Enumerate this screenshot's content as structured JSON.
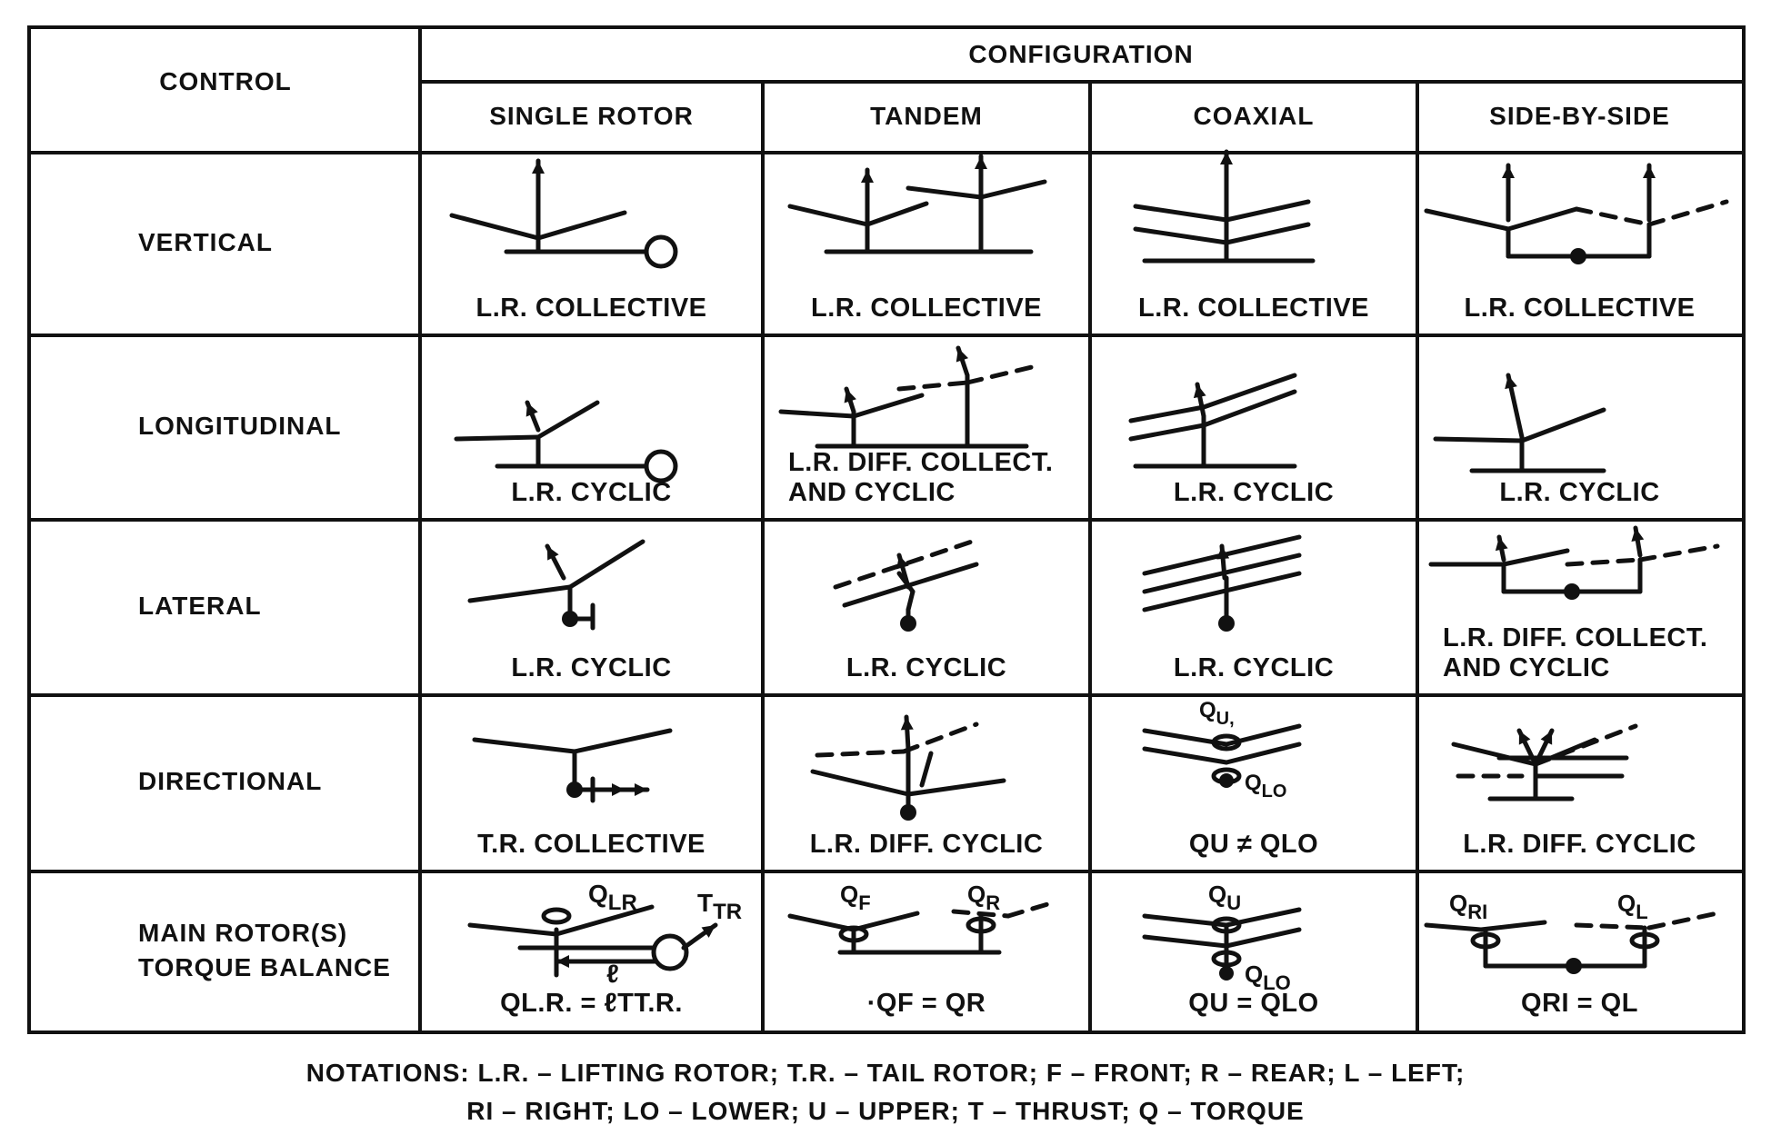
{
  "header": {
    "control": "CONTROL",
    "configuration": "CONFIGURATION",
    "columns": [
      "SINGLE ROTOR",
      "TANDEM",
      "COAXIAL",
      "SIDE-BY-SIDE"
    ]
  },
  "rows": [
    {
      "label": [
        "VERTICAL"
      ],
      "captions": [
        [
          "L.R. COLLECTIVE"
        ],
        [
          "L.R. COLLECTIVE"
        ],
        [
          "L.R. COLLECTIVE"
        ],
        [
          "L.R. COLLECTIVE"
        ]
      ]
    },
    {
      "label": [
        "LONGITUDINAL"
      ],
      "captions": [
        [
          "L.R. CYCLIC"
        ],
        [
          "L.R. DIFF. COLLECT.",
          "AND CYCLIC"
        ],
        [
          "L.R. CYCLIC"
        ],
        [
          "L.R. CYCLIC"
        ]
      ]
    },
    {
      "label": [
        "LATERAL"
      ],
      "captions": [
        [
          "L.R. CYCLIC"
        ],
        [
          "L.R. CYCLIC"
        ],
        [
          "L.R. CYCLIC"
        ],
        [
          "L.R. DIFF. COLLECT.",
          "AND CYCLIC"
        ]
      ]
    },
    {
      "label": [
        "DIRECTIONAL"
      ],
      "captions": [
        [
          "T.R. COLLECTIVE"
        ],
        [
          "L.R. DIFF. CYCLIC"
        ],
        [
          "QU ≠ QLO"
        ],
        [
          "L.R. DIFF.  CYCLIC"
        ]
      ]
    },
    {
      "label": [
        "MAIN ROTOR(S)",
        "TORQUE BALANCE"
      ],
      "captions": [
        [
          "QL.R. = ℓTT.R."
        ],
        [
          "·QF = QR"
        ],
        [
          "QU = QLO"
        ],
        [
          "QRI = QL"
        ]
      ]
    }
  ],
  "figure_labels": {
    "q_u": "QU",
    "q_lo": "QLO",
    "q_lr": "QLR",
    "t_tr": "TTR",
    "ell": "ℓ",
    "q_f": "QF",
    "q_r": "QR",
    "q_ri": "QRI",
    "q_l": "QL"
  },
  "notes": [
    "NOTATIONS: L.R. – LIFTING ROTOR; T.R. – TAIL ROTOR; F – FRONT; R – REAR; L – LEFT;",
    "RI – RIGHT; LO – LOWER; U – UPPER; T – THRUST; Q – TORQUE"
  ]
}
